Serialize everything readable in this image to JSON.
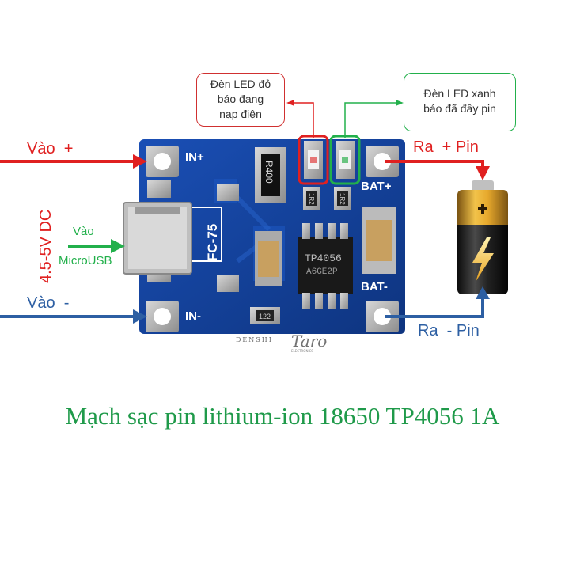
{
  "callouts": {
    "red_led": [
      "Đèn LED đỏ",
      "báo đang",
      "nạp điện"
    ],
    "green_led": [
      "Đèn LED xanh",
      "báo đã đầy pin"
    ]
  },
  "inputs": {
    "vao_plus": "Vào  +",
    "vao_minus": "Vào  -",
    "vao_usb": "Vào",
    "micro_usb": "MicroUSB",
    "voltage": "4.5-5V DC"
  },
  "outputs": {
    "ra_plus": "Ra  + Pin",
    "ra_minus": "Ra  - Pin"
  },
  "board": {
    "in_plus": "IN+",
    "in_minus": "IN-",
    "bat_plus": "BAT+",
    "bat_minus": "BAT-",
    "chip": "TP4056",
    "chip_code": "A6GE2P",
    "fc": "FC-75",
    "resistor": "R400",
    "small_res_a": "1R2",
    "small_res_b": "1R2",
    "small_res_c": "122"
  },
  "watermark": {
    "brand": "DENSHI",
    "script": "Taro",
    "sub": "ELECTRONICS"
  },
  "caption": "Mạch sạc pin lithium-ion 18650 TP4056 1A",
  "colors": {
    "red": "#e02020",
    "blue": "#2d5fa3",
    "green": "#22b04b",
    "board": "#123f9c",
    "caption": "#1f9a4a"
  }
}
